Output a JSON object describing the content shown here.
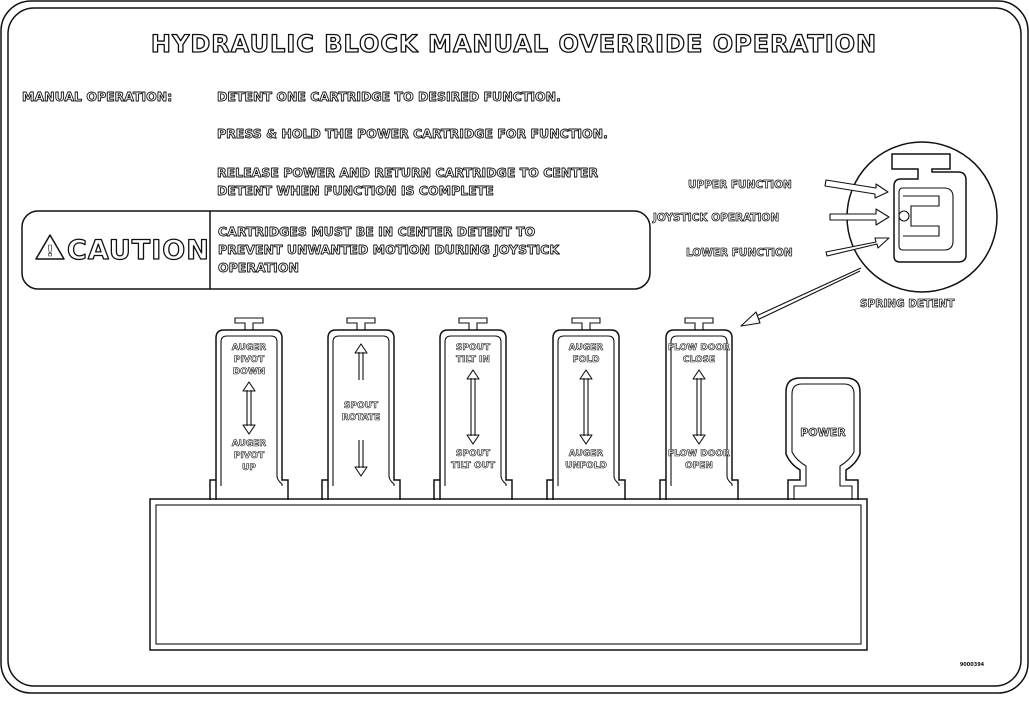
{
  "title": "HYDRAULIC BLOCK MANUAL OVERRIDE OPERATION",
  "manual": {
    "label": "MANUAL OPERATION:",
    "steps": [
      "DETENT ONE CARTRIDGE TO DESIRED FUNCTION.",
      "PRESS & HOLD THE POWER CARTRIDGE FOR FUNCTION.",
      "RELEASE POWER AND RETURN CARTRIDGE TO CENTER",
      "DETENT WHEN FUNCTION IS COMPLETE"
    ]
  },
  "caution": {
    "word": "CAUTION",
    "lines": [
      "CARTRIDGES MUST BE IN CENTER DETENT TO",
      "PREVENT UNWANTED MOTION DURING JOYSTICK",
      "OPERATION"
    ]
  },
  "detent": {
    "upper": "UPPER FUNCTION",
    "joystick": "JOYSTICK OPERATION",
    "lower": "LOWER FUNCTION",
    "caption": "SPRING DETENT"
  },
  "cartridges": [
    {
      "top": [
        "AUGER",
        "PIVOT",
        "DOWN"
      ],
      "bottom": [
        "AUGER",
        "PIVOT",
        "UP"
      ]
    },
    {
      "top": [],
      "bottom": [],
      "middle": [
        "SPOUT",
        "ROTATE"
      ]
    },
    {
      "top": [
        "SPOUT",
        "TILT IN"
      ],
      "bottom": [
        "SPOUT",
        "TILT OUT"
      ]
    },
    {
      "top": [
        "AUGER",
        "FOLD"
      ],
      "bottom": [
        "AUGER",
        "UNFOLD"
      ]
    },
    {
      "top": [
        "FLOW DOOR",
        "CLOSE"
      ],
      "bottom": [
        "FLOW DOOR",
        "OPEN"
      ]
    }
  ],
  "power": "POWER",
  "part_number": "9000394",
  "colors": {
    "ink": "#111111",
    "background": "#ffffff"
  },
  "icons": [
    "warning-triangle-icon",
    "double-arrow-icon",
    "up-arrow-icon",
    "down-arrow-icon",
    "right-arrow-icon"
  ]
}
